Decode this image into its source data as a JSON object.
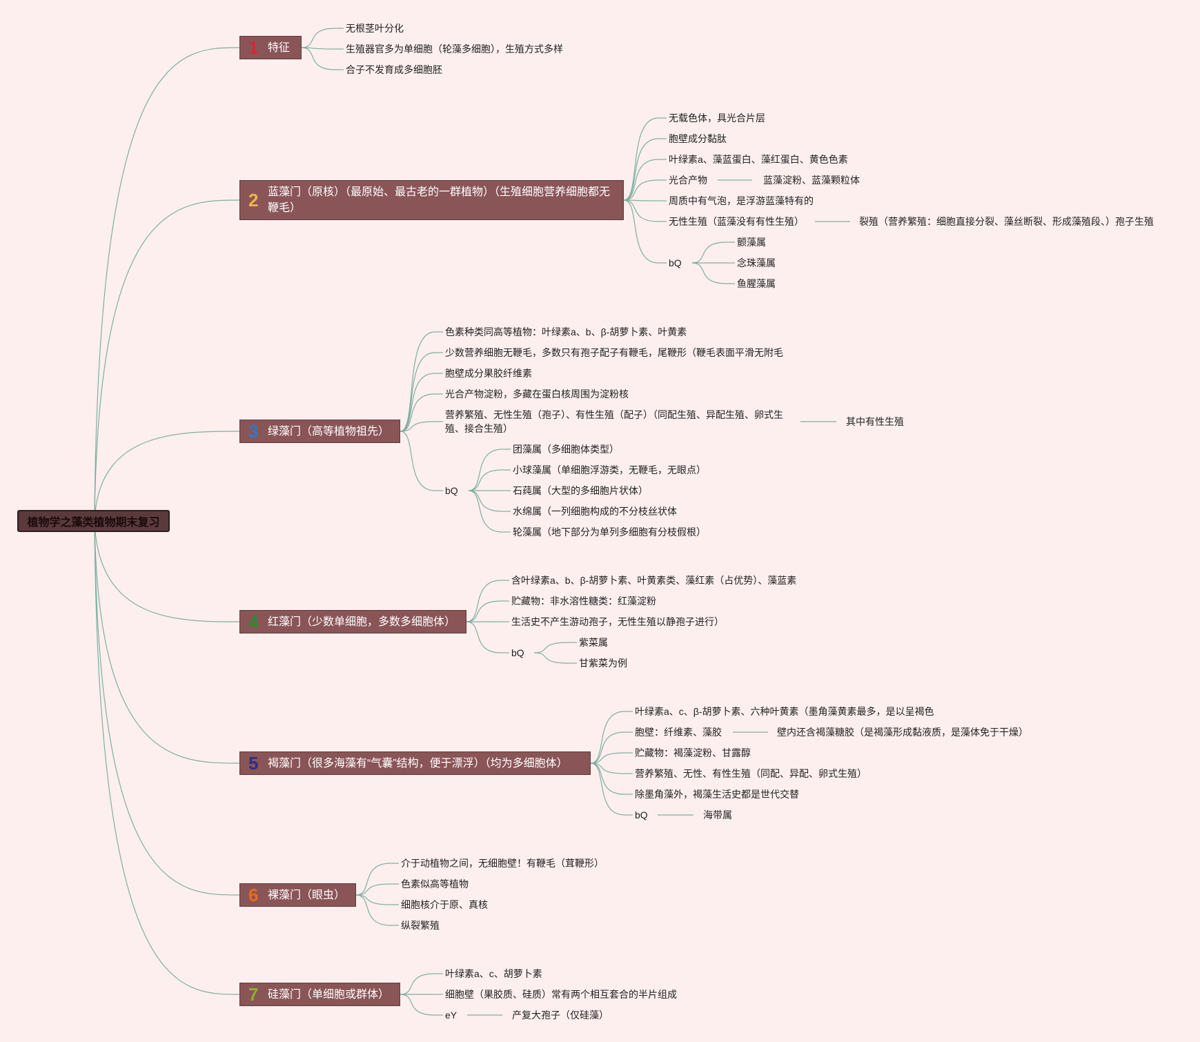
{
  "root": {
    "title": "植物学之藻类植物期末复习"
  },
  "branches": [
    {
      "num": "1",
      "num_color": "#d5283a",
      "label": "特征",
      "items": [
        "无根茎叶分化",
        "生殖器官多为单细胞（轮藻多细胞），生殖方式多样",
        "合子不发育成多细胞胚"
      ]
    },
    {
      "num": "2",
      "num_color": "#f0b44a",
      "label": "蓝藻门（原核）（最原始、最古老的一群植物）（生殖细胞营养细胞都无鞭毛）",
      "items": [
        "无载色体，具光合片层",
        "胞壁成分黏肽",
        "叶绿素a、藻蓝蛋白、藻红蛋白、黄色色素",
        "光合产物",
        "周质中有气泡，是浮游蓝藻特有的",
        "无性生殖（蓝藻没有有性生殖）",
        "bQ"
      ],
      "sub": {
        "photo": "蓝藻淀粉、蓝藻颗粒体",
        "asexual": "裂殖（营养繁殖：细胞直接分裂、藻丝断裂、形成藻殖段、）孢子生殖",
        "genera": [
          "颤藻属",
          "念珠藻属",
          "鱼腥藻属"
        ]
      }
    },
    {
      "num": "3",
      "num_color": "#2e78c8",
      "label": "绿藻门（高等植物祖先）",
      "items": [
        "色素种类同高等植物：叶绿素a、b、β-胡萝卜素、叶黄素",
        "少数营养细胞无鞭毛，多数只有孢子配子有鞭毛，尾鞭形（鞭毛表面平滑无附毛",
        "胞壁成分果胶纤维素",
        "光合产物淀粉，多藏在蛋白核周围为淀粉核",
        "营养繁殖、无性生殖（孢子）、有性生殖（配子）（同配生殖、异配生殖、卵式生殖、接合生殖）",
        "bQ"
      ],
      "sub": {
        "sexual": "其中有性生殖",
        "genera": [
          "团藻属（多细胞体类型）",
          "小球藻属（单细胞浮游类，无鞭毛，无眼点）",
          "石莼属（大型的多细胞片状体）",
          "水绵属（一列细胞构成的不分枝丝状体",
          "轮藻属（地下部分为单列多细胞有分枝假根）"
        ]
      }
    },
    {
      "num": "4",
      "num_color": "#2e8a2e",
      "label": "红藻门（少数单细胞，多数多细胞体）",
      "items": [
        "含叶绿素a、b、β-胡萝卜素、叶黄素类、藻红素（占优势）、藻蓝素",
        "贮藏物：非水溶性糖类：红藻淀粉",
        "生活史不产生游动孢子，无性生殖以静孢子进行）",
        "bQ"
      ],
      "sub": {
        "genera": [
          "紫菜属",
          "甘紫菜为例"
        ]
      }
    },
    {
      "num": "5",
      "num_color": "#2a2f8a",
      "label": "褐藻门（很多海藻有“气囊”结构，便于漂浮）（均为多细胞体）",
      "items": [
        "叶绿素a、c、β-胡萝卜素、六种叶黄素（墨角藻黄素最多，是以呈褐色",
        "胞壁：纤维素、藻胶",
        "贮藏物：褐藻淀粉、甘露醇",
        "营养繁殖、无性、有性生殖（同配、异配、卵式生殖）",
        "除墨角藻外，褐藻生活史都是世代交替",
        "bQ"
      ],
      "sub": {
        "wall": "壁内还含褐藻糖胶（是褐藻形成黏液质，是藻体免于干燥）",
        "genera": [
          "海带属"
        ]
      }
    },
    {
      "num": "6",
      "num_color": "#e86a1e",
      "label": "裸藻门（眼虫）",
      "items": [
        "介于动植物之间，无细胞壁！有鞭毛（茸鞭形）",
        "色素似高等植物",
        "细胞核介于原、真核",
        "纵裂繁殖"
      ]
    },
    {
      "num": "7",
      "num_color": "#8cb02a",
      "label": "硅藻门（单细胞或群体）",
      "items": [
        "叶绿素a、c、胡萝卜素",
        "细胞壁（果胶质、硅质）常有两个相互套合的半片组成",
        "eY"
      ],
      "sub": {
        "spore": "产复大孢子（仅硅藻）"
      }
    }
  ],
  "colors": {
    "background": "#fcefee",
    "branch_fill": "#8a5557",
    "root_fill": "#5b3a3d",
    "link": "#7fae9f"
  }
}
